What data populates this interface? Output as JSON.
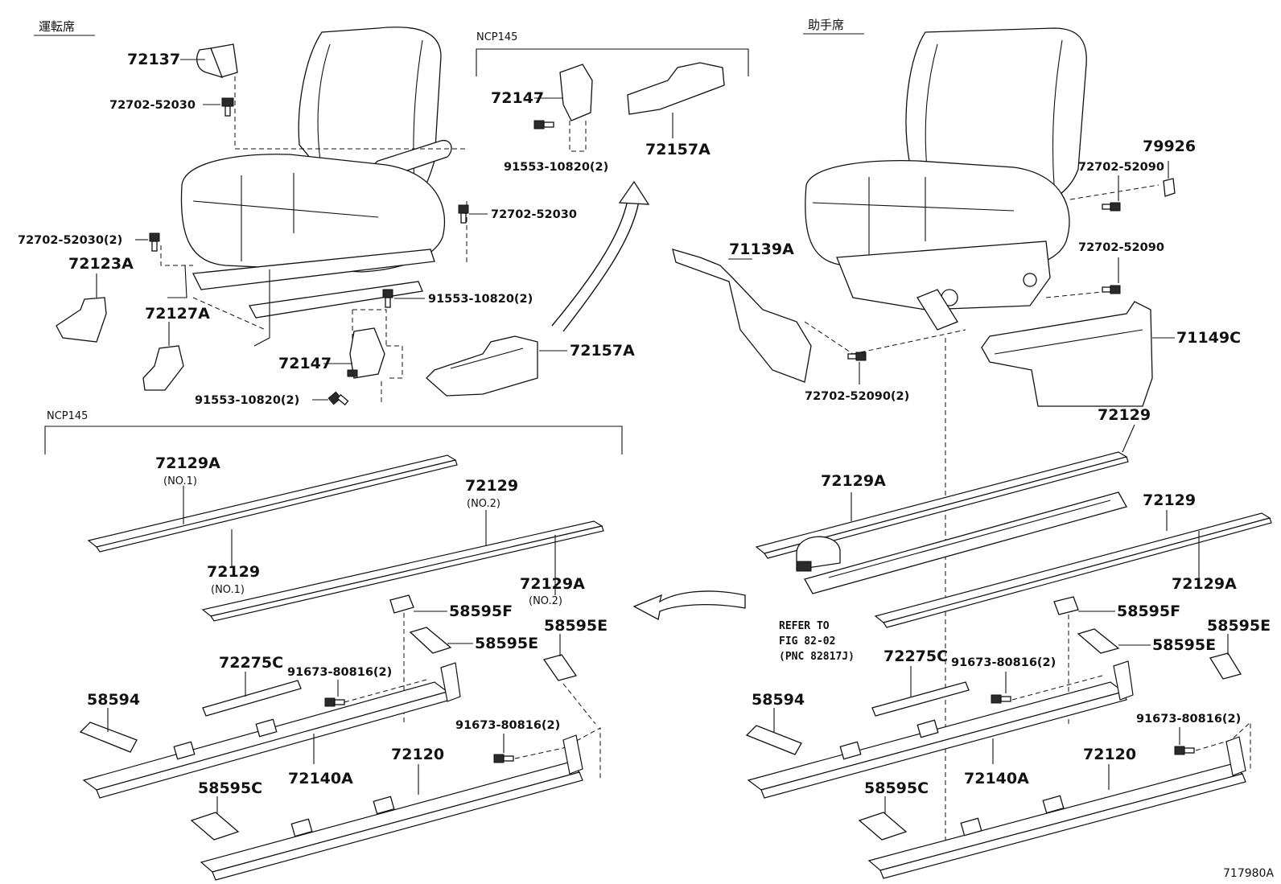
{
  "sections": {
    "driver": "運転席",
    "passenger": "助手席",
    "ncp_top": "NCP145",
    "ncp_bottom": "NCP145"
  },
  "labels": {
    "p72137": "72137",
    "b7270252030_a": "72702-52030",
    "b7270252030_b": "72702-52030",
    "b7270252030_2": "72702-52030(2)",
    "p72123A": "72123A",
    "p72127A": "72127A",
    "p72147_a": "72147",
    "p72147_b": "72147",
    "b9155310820_a": "91553-10820(2)",
    "b9155310820_b": "91553-10820(2)",
    "b9155310820_c": "91553-10820(2)",
    "p72157A_a": "72157A",
    "p72157A_b": "72157A",
    "p71139A": "71139A",
    "p79926": "79926",
    "b7270252090_a": "72702-52090",
    "b7270252090_b": "72702-52090",
    "b7270252090_2": "72702-52090(2)",
    "p71149C": "71149C",
    "L_72129A_no1": "72129A",
    "L_no1_a": "(NO.1)",
    "L_72129_no2": "72129",
    "L_no2_a": "(NO.2)",
    "L_72129_no1": "72129",
    "L_no1_b": "(NO.1)",
    "L_72129A_no2": "72129A",
    "L_no2_b": "(NO.2)",
    "L_58595F": "58595F",
    "L_58595E_a": "58595E",
    "L_58595E_b": "58595E",
    "L_72275C": "72275C",
    "L_91673_a": "91673-80816(2)",
    "L_91673_b": "91673-80816(2)",
    "L_58594": "58594",
    "L_72140A": "72140A",
    "L_72120": "72120",
    "L_58595C": "58595C",
    "R_72129_top": "72129",
    "R_72129A": "72129A",
    "R_72129_mid": "72129",
    "R_72129A_b": "72129A",
    "R_refer1": "REFER TO",
    "R_refer2": "FIG 82-02",
    "R_refer3": "(PNC 82817J)",
    "R_72275C": "72275C",
    "R_91673_a": "91673-80816(2)",
    "R_58595F": "58595F",
    "R_58595E_a": "58595E",
    "R_58595E_b": "58595E",
    "R_58594": "58594",
    "R_72140A": "72140A",
    "R_91673_b": "91673-80816(2)",
    "R_72120": "72120",
    "R_58595C": "58595C",
    "fig_id": "717980A"
  }
}
